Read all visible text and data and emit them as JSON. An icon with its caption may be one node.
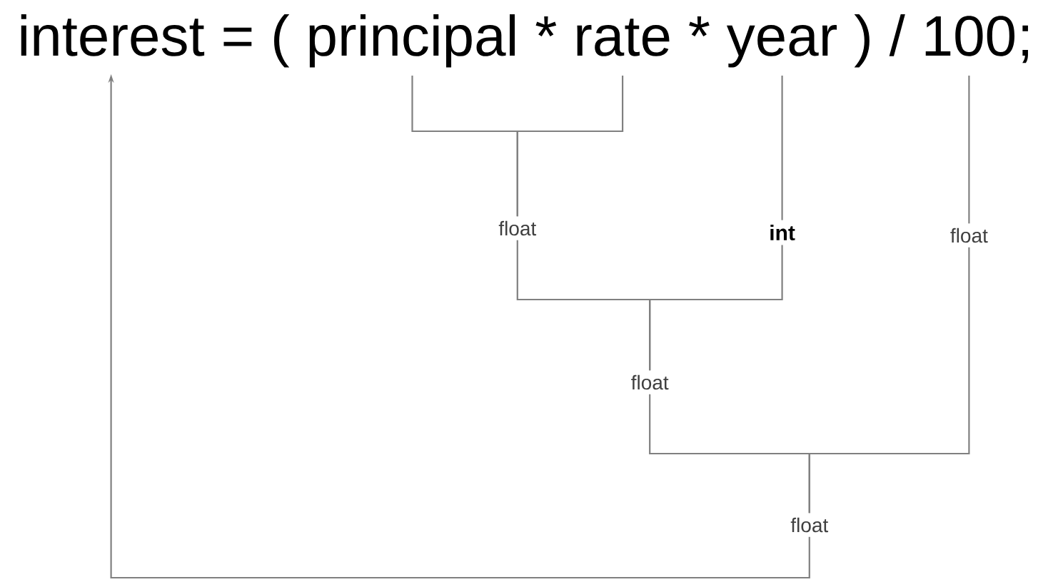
{
  "diagram": {
    "nodes": [
      {
        "text": [
          "interest"
        ]
      },
      {
        "text": [
          "principal"
        ]
      },
      {
        "text": [
          "rate"
        ]
      },
      {
        "text": [
          "year"
        ]
      },
      {
        "text": [
          "100"
        ]
      },
      {
        "text": [
          "float"
        ]
      },
      {
        "text": [
          "int"
        ]
      },
      {
        "text": [
          "float"
        ]
      },
      {
        "text": [
          "float"
        ]
      },
      {
        "text": [
          "float"
        ]
      }
    ],
    "edges": [
      {
        "from": 1,
        "to": 5,
        "arrow": "none"
      },
      {
        "from": 2,
        "to": 5,
        "arrow": "none"
      },
      {
        "from": 3,
        "to": 6,
        "arrow": "none"
      },
      {
        "from": 5,
        "to": 7,
        "arrow": "none"
      },
      {
        "from": 6,
        "to": 7,
        "arrow": "none"
      },
      {
        "from": 4,
        "to": 8,
        "arrow": "none"
      },
      {
        "from": 7,
        "to": 9,
        "arrow": "none"
      },
      {
        "from": 8,
        "to": 9,
        "arrow": "none"
      },
      {
        "from": 9,
        "to": 0,
        "arrow": "to"
      }
    ],
    "labels": [
      "=",
      "(",
      "*",
      "*",
      ")",
      "/",
      ";"
    ]
  }
}
